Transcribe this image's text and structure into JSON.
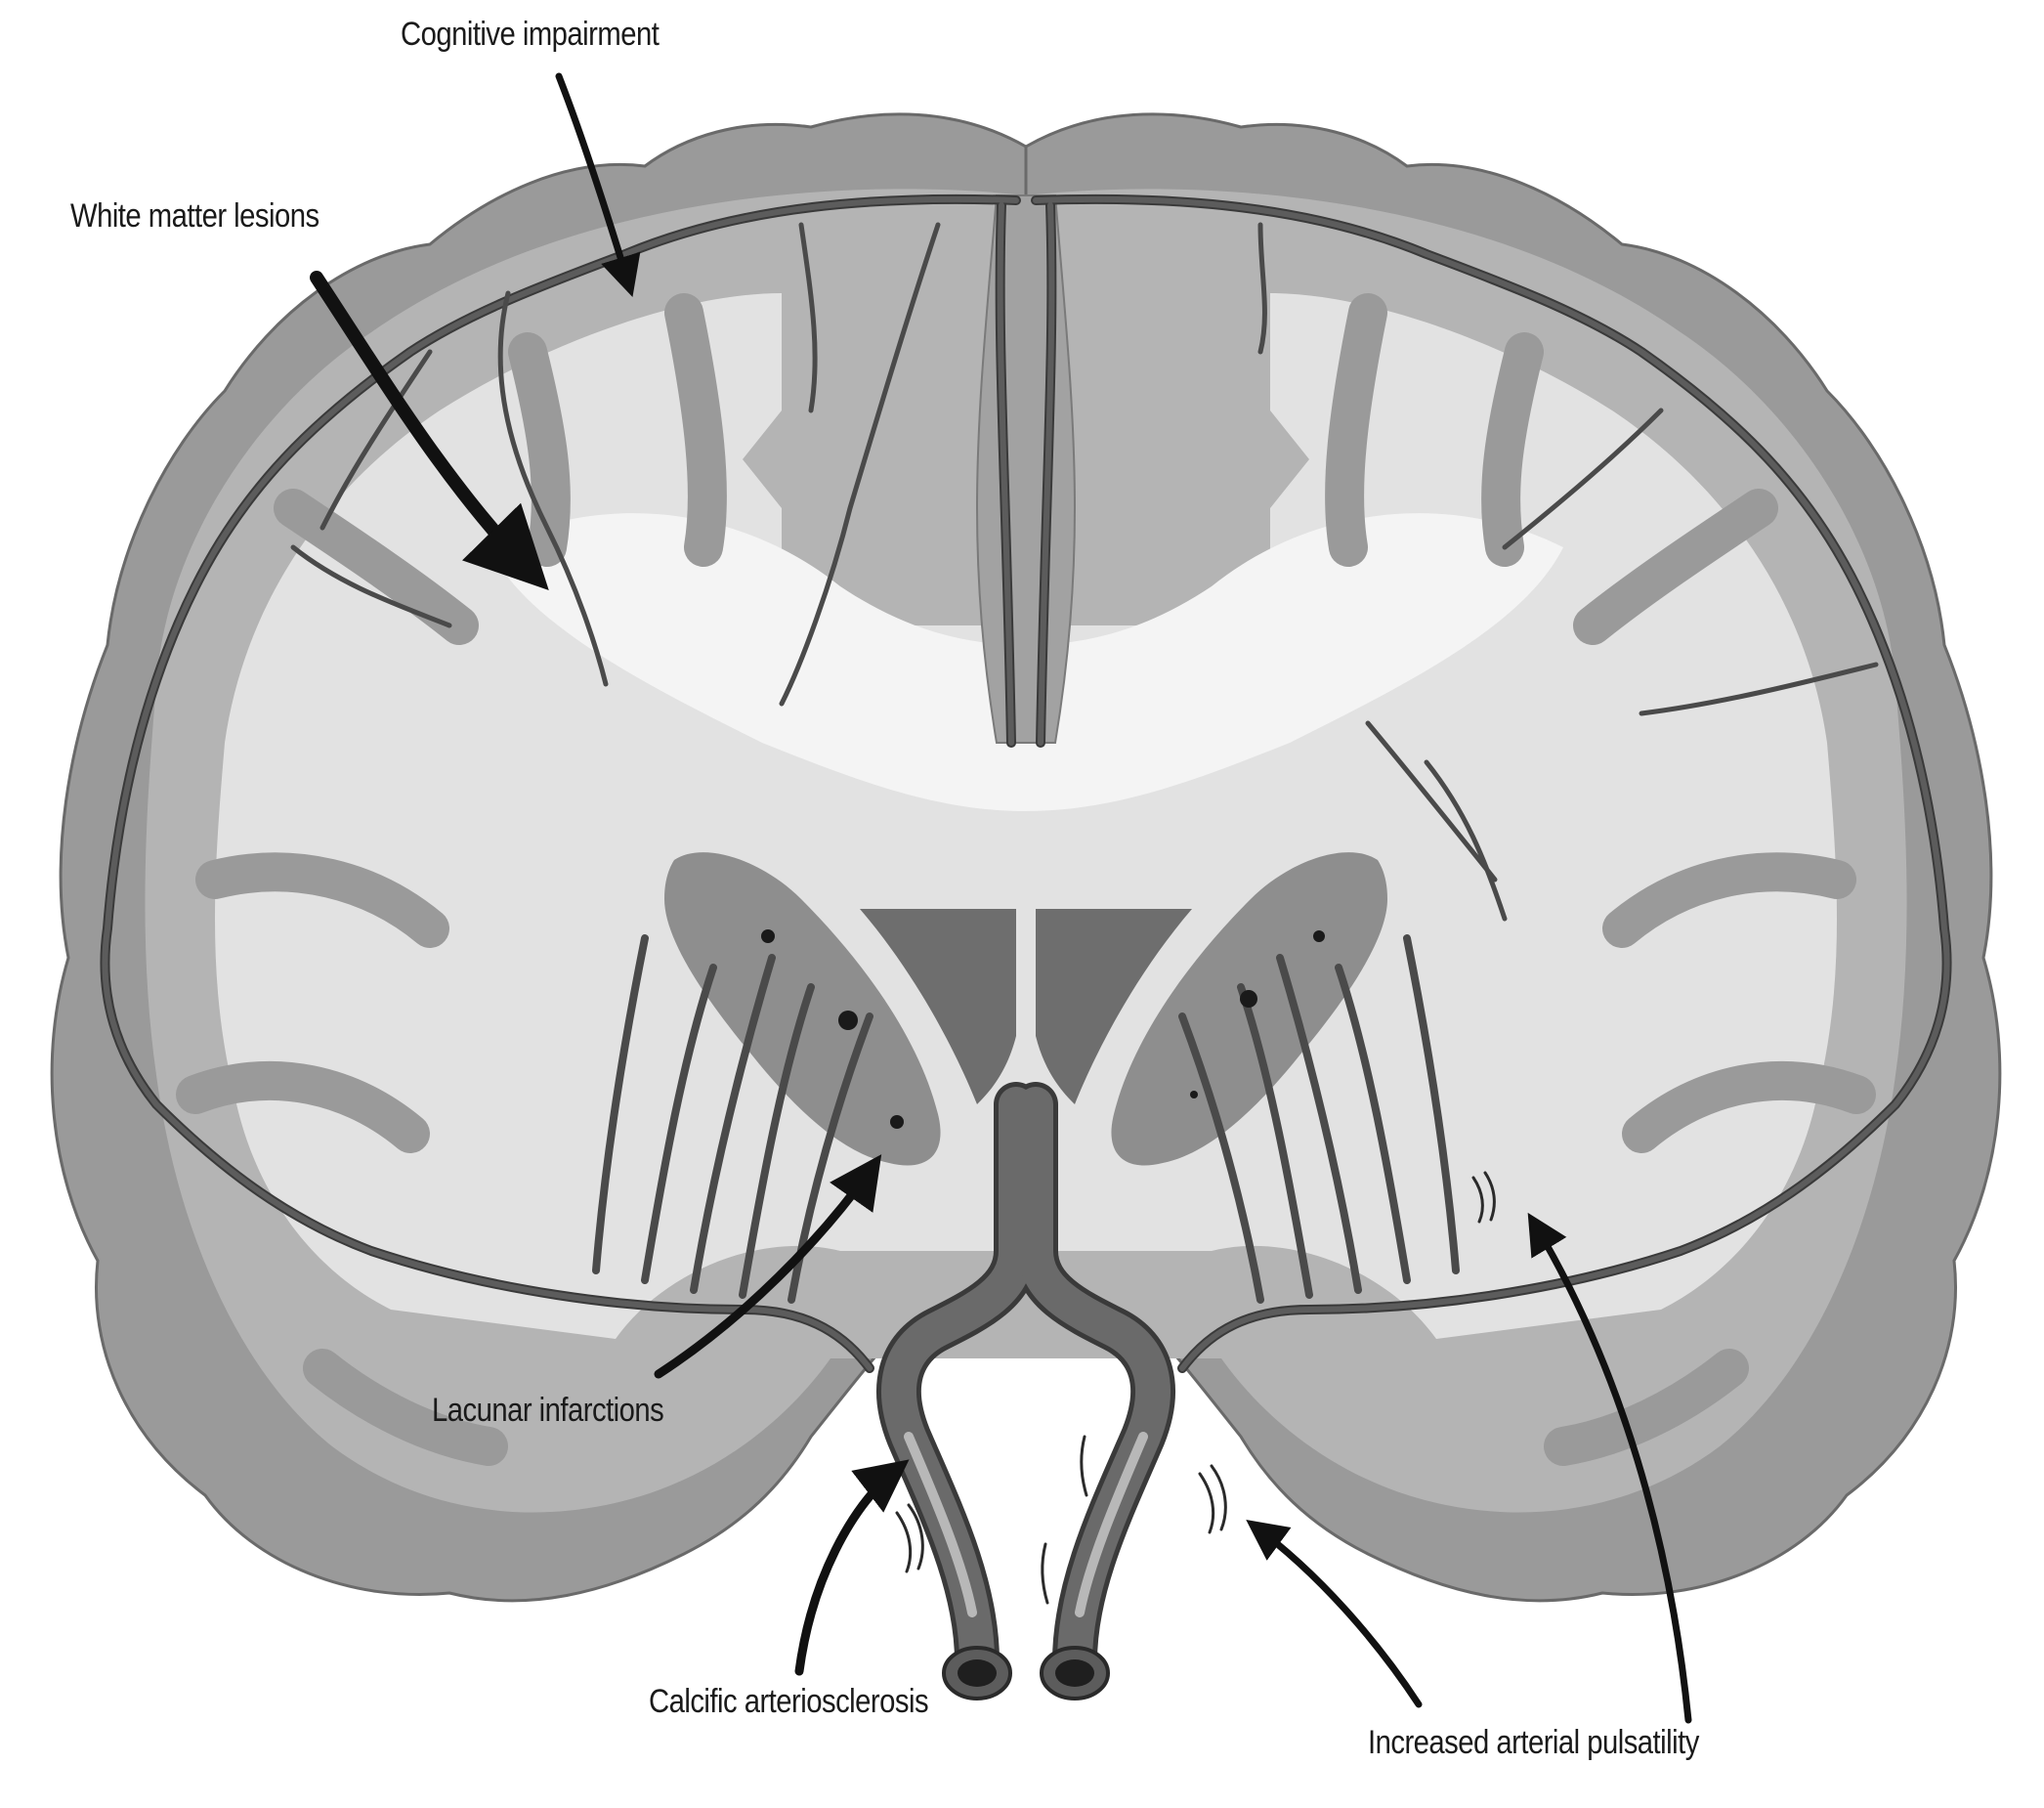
{
  "labels": {
    "cognitive_impairment": "Cognitive impairment",
    "white_matter_lesions": "White matter lesions",
    "lacunar_infarctions": "Lacunar infarctions",
    "calcific_arteriosclerosis": "Calcific arteriosclerosis",
    "increased_arterial_pulsatility": "Increased arterial pulsatility"
  },
  "colors": {
    "cortex_outer": "#9a9a9a",
    "cortex_inner": "#b4b4b4",
    "white_matter": "#e2e2e2",
    "white_matter_highlight": "#f4f4f4",
    "basal_ganglia": "#8e8e8e",
    "ventricle": "#6e6e6e",
    "vessel": "#5c5c5c",
    "vessel_outline": "#3a3a3a",
    "arrow": "#111111"
  }
}
